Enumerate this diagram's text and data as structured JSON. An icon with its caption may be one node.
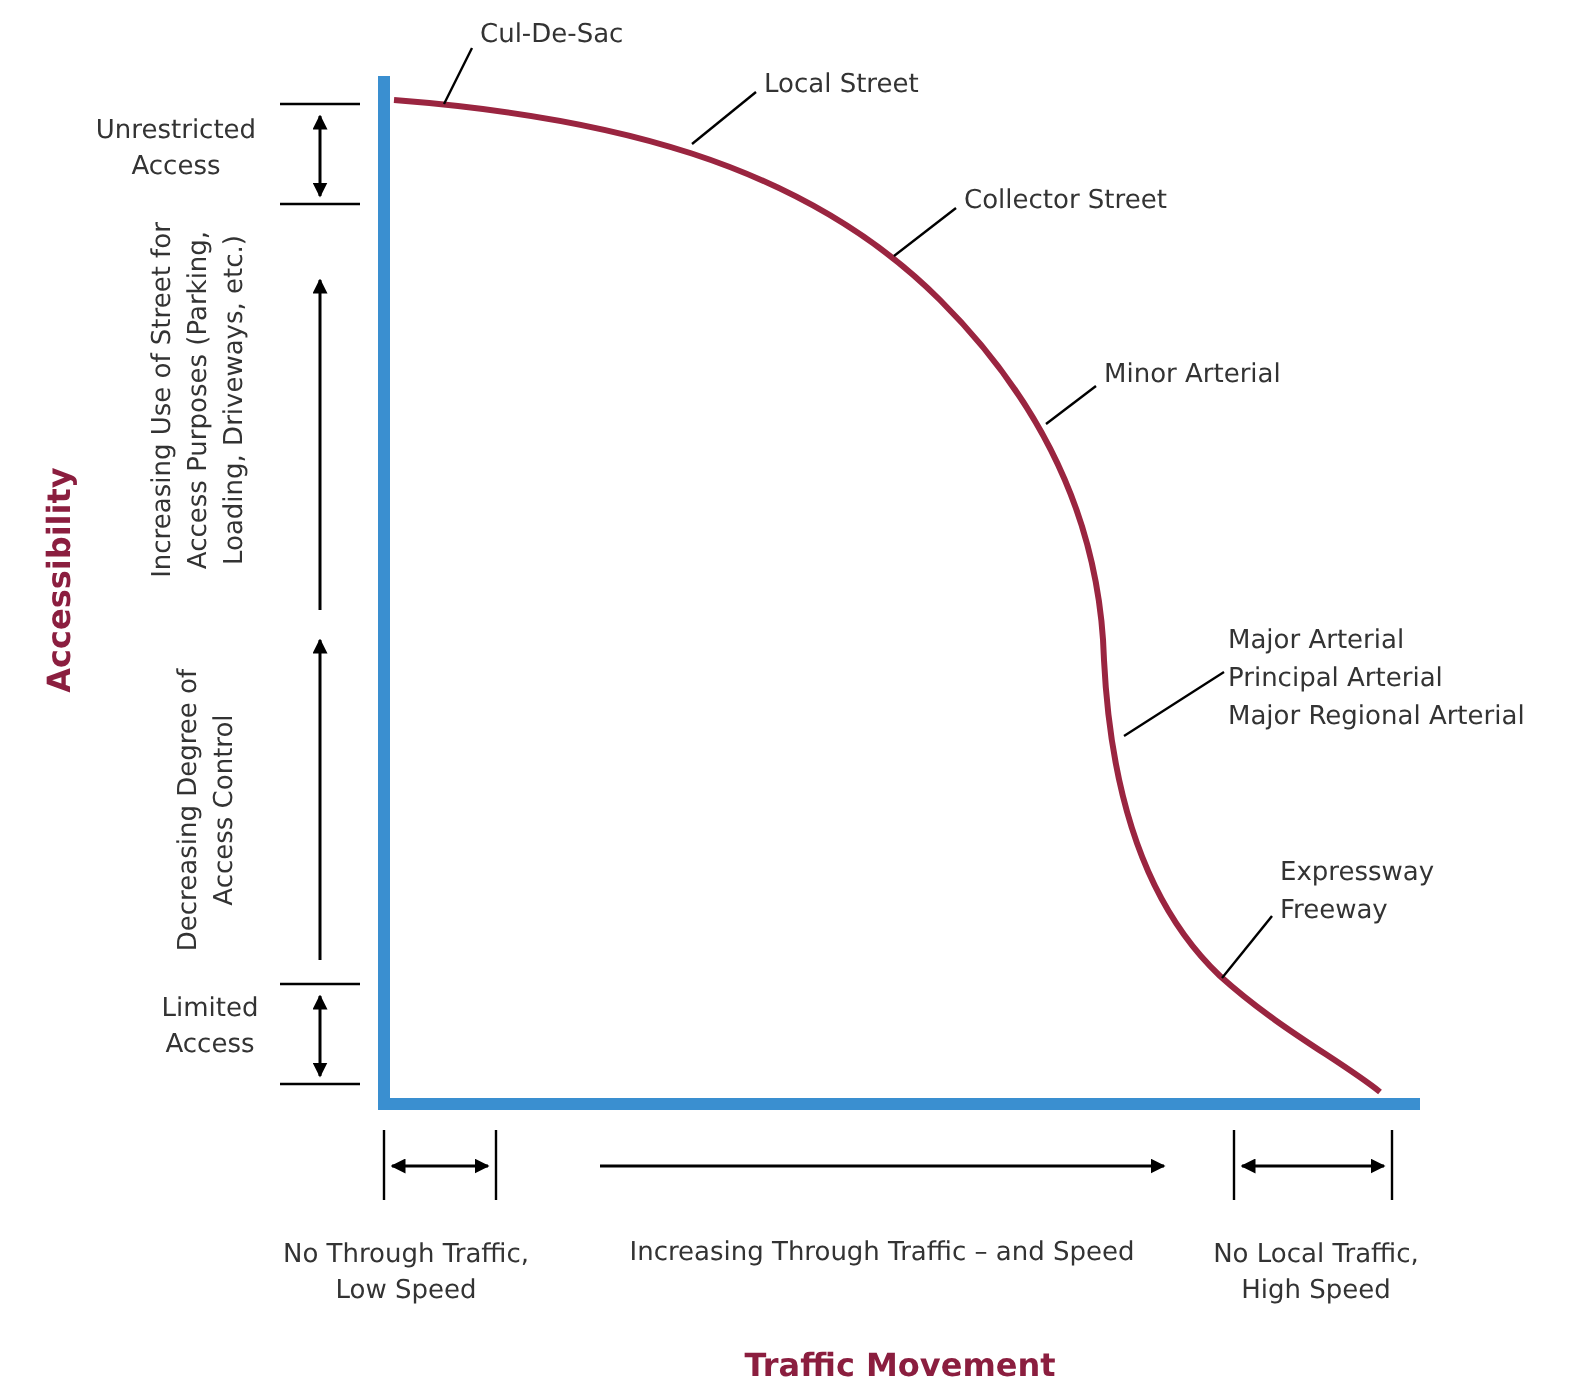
{
  "diagram": {
    "nodes": [
      {
        "text": [
          "Cul-De-Sac"
        ]
      },
      {
        "text": [
          "Local Street"
        ]
      },
      {
        "text": [
          "Collector Street"
        ]
      },
      {
        "text": [
          "Minor Arterial"
        ]
      },
      {
        "text": [
          "Major Arterial",
          "Principal Arterial",
          "Major Regional Arterial"
        ]
      },
      {
        "text": [
          "Expressway",
          "Freeway"
        ]
      }
    ],
    "edges": [
      {
        "from": 0,
        "to": null,
        "arrow": "none"
      },
      {
        "from": 1,
        "to": null,
        "arrow": "none"
      },
      {
        "from": 2,
        "to": null,
        "arrow": "none"
      },
      {
        "from": 3,
        "to": null,
        "arrow": "none"
      },
      {
        "from": 4,
        "to": null,
        "arrow": "none"
      },
      {
        "from": 5,
        "to": null,
        "arrow": "none"
      }
    ],
    "labels": [
      "Accessibility",
      "Unrestricted Access",
      "Increasing Use of Street for Access Purposes (Parking, Loading, Driveways, etc.)",
      "Decreasing Degree of Access Control",
      "Limited Access",
      "No Through Traffic, Low Speed",
      "Increasing Through Traffic – and Speed",
      "No Local Traffic, High Speed",
      "Traffic Movement"
    ]
  }
}
